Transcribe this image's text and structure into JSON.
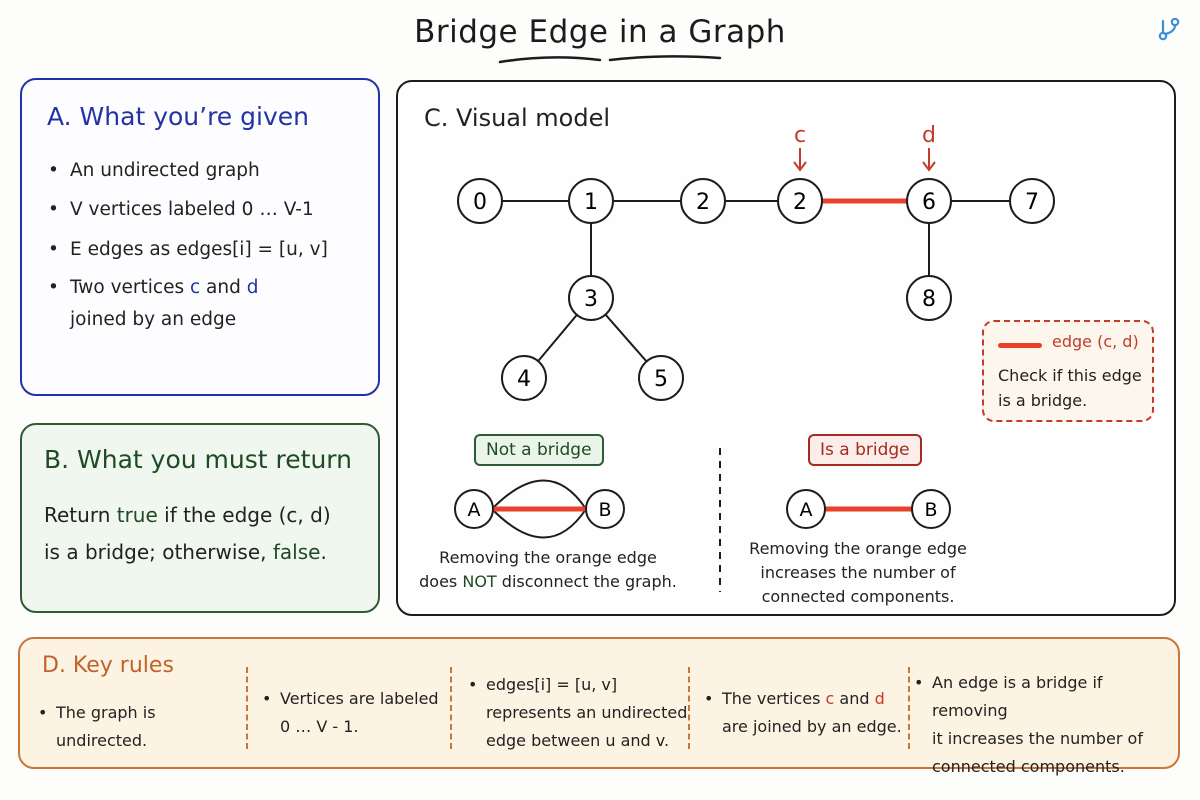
{
  "title": "Bridge Edge in a Graph",
  "icon": "branch-icon",
  "panel_a": {
    "title": "A. What you’re given",
    "bullets": [
      {
        "text": "An undirected graph"
      },
      {
        "text": "V vertices labeled 0 … V-1"
      },
      {
        "text": "E edges as edges[i] = [u, v]"
      },
      {
        "pre": "Two vertices ",
        "c": "c",
        "mid": " and ",
        "d": "d",
        "post": " joined by an edge"
      }
    ]
  },
  "panel_b": {
    "title": "B. What you must return",
    "line1_pre": "Return ",
    "line1_true": "true",
    "line1_post": " if the edge (c, d)",
    "line2_pre": "is a bridge; otherwise, ",
    "line2_false": "false",
    "line2_post": "."
  },
  "panel_c": {
    "title": "C. Visual model",
    "nodes": [
      {
        "label": "0"
      },
      {
        "label": "1"
      },
      {
        "label": "2"
      },
      {
        "label": "2"
      },
      {
        "label": "6"
      },
      {
        "label": "7"
      },
      {
        "label": "3"
      },
      {
        "label": "8"
      },
      {
        "label": "4"
      },
      {
        "label": "5"
      }
    ],
    "marker_c": "c",
    "marker_d": "d",
    "legend_label": "edge (c, d)",
    "legend_line1": "Check if this edge",
    "legend_line2": "is a bridge.",
    "not_bridge_badge": "Not a bridge",
    "is_bridge_badge": "Is a bridge",
    "node_a": "A",
    "node_b": "B",
    "caption_left_1": "Removing the orange edge",
    "caption_left_2_pre": "does ",
    "caption_left_2_not": "NOT",
    "caption_left_2_post": " disconnect the graph.",
    "caption_right": [
      "Removing the orange edge",
      "increases the number of",
      "connected components."
    ]
  },
  "panel_d": {
    "title": "D. Key rules",
    "rules": [
      {
        "lines": [
          "The graph is undirected."
        ]
      },
      {
        "lines": [
          "Vertices are labeled",
          "0 … V - 1."
        ]
      },
      {
        "lines": [
          "edges[i] = [u, v]",
          "represents an undirected",
          "edge between u and v."
        ]
      },
      {
        "pre": "The vertices ",
        "c": "c",
        "mid": " and ",
        "d": "d",
        "line2": "are joined by an edge."
      },
      {
        "lines": [
          "An edge is a bridge if removing",
          "it increases the number of",
          "connected components."
        ]
      }
    ]
  },
  "colors": {
    "blue": "#2233a6",
    "green": "#1f4a25",
    "red": "#c33b2a",
    "orange_edge": "#e8422a",
    "rules_accent": "#c0622a"
  }
}
